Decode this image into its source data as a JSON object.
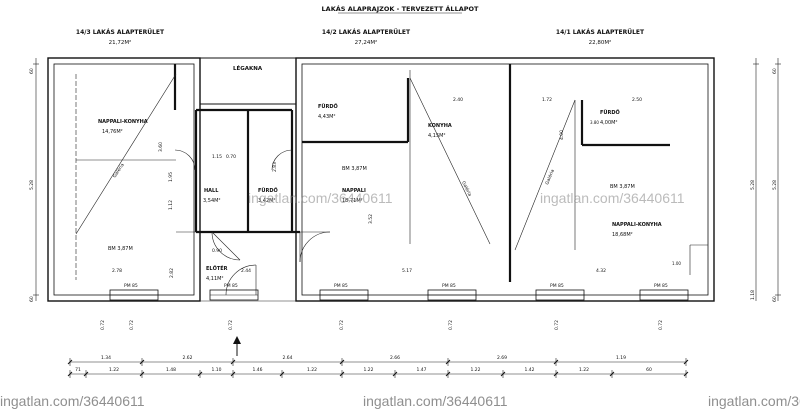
{
  "title": "LAKÁS ALAPRAJZOK - TERVEZETT ÁLLAPOT",
  "units": [
    {
      "name": "14/3 LAKÁS ALAPTERÜLET",
      "area": "21,72M²"
    },
    {
      "name": "14/2 LAKÁS ALAPTERÜLET",
      "area": "27,24M²"
    },
    {
      "name": "14/1 LAKÁS ALAPTERÜLET",
      "area": "22,80M²"
    }
  ],
  "shaft_label": "LÉGAKNA",
  "rooms": [
    {
      "name": "NAPPALI-KONYHA",
      "area": "14,76M²"
    },
    {
      "name": "HALL",
      "area": "3,54M²"
    },
    {
      "name": "FÜRDŐ",
      "area": "3,42M²"
    },
    {
      "name": "ELŐTÉR",
      "area": "4,11M²"
    },
    {
      "name": "FÜRDŐ",
      "area": "4,43M²"
    },
    {
      "name": "NAPPALI",
      "area": "18,71M²"
    },
    {
      "name": "KONYHA",
      "area": "4,15M²"
    },
    {
      "name": "FÜRDŐ",
      "area": "4,00M²"
    },
    {
      "name": "NAPPALI-KONYHA",
      "area": "18,68M²"
    }
  ],
  "bm_labels": [
    "BM 3,87M",
    "BM 3,87M",
    "BM 3,87M"
  ],
  "galeria_label": "Galéria",
  "inner_dims": [
    "2.40",
    "2.50",
    "1.72",
    "3.60",
    "3.52",
    "4.00",
    "1.95",
    "1.15",
    "0.90",
    "2.83",
    "2.78",
    "2.44",
    "5.17",
    "4.32",
    "1.12",
    "0.70",
    "1.00",
    "3.80",
    "2.82"
  ],
  "window_labels": [
    "PM 85",
    "PM 85",
    "PM 85",
    "PM 85",
    "PM 85",
    "PM 85"
  ],
  "sill_labels": [
    "0.72",
    "0.72",
    "0.72",
    "0.72",
    "0.72",
    "0.72",
    "0.72"
  ],
  "side_dims_left": [
    "60",
    "5.28",
    "60"
  ],
  "side_dims_right": [
    "60",
    "5.28",
    "1.18",
    "60"
  ],
  "bottom_row1": [
    "1.34",
    "2.62",
    "2.64",
    "2.66",
    "2.69",
    "1.19"
  ],
  "bottom_row2": [
    "71",
    "1.22",
    "1.48",
    "1.10",
    "1.46",
    "1.22",
    "1.22",
    "1.47",
    "1.22",
    "1.42",
    "1.22",
    "60"
  ],
  "watermarks": [
    "ingatlan.com/36440611",
    "ingatlan.com/36440611",
    "ingatlan.com/36440611",
    "ingatlan.com/36440611",
    "ingatlan.com/36440611"
  ]
}
